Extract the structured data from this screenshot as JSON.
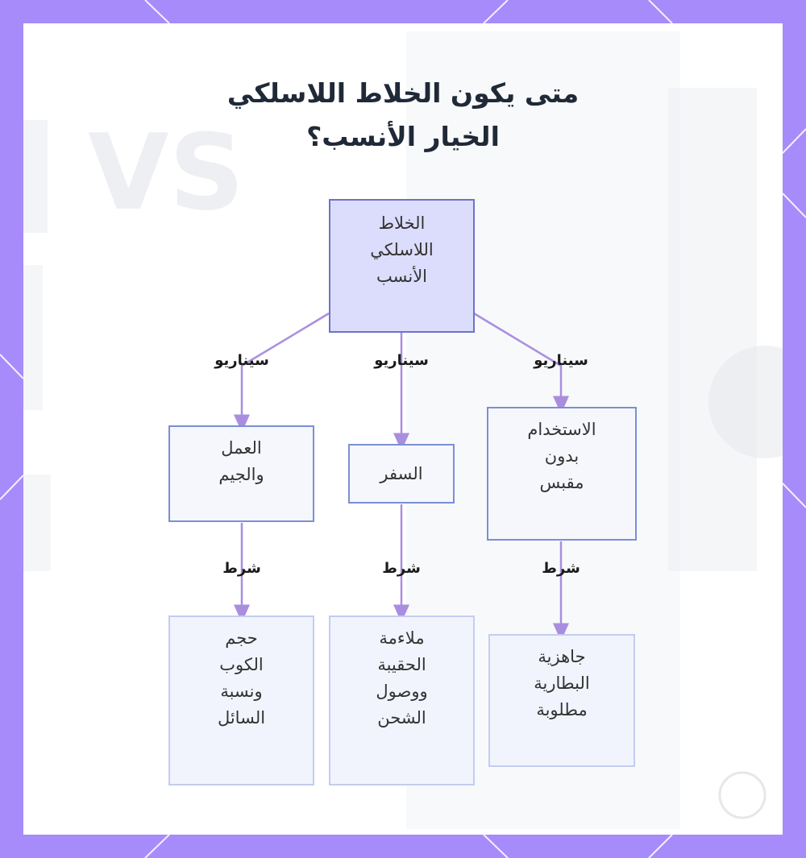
{
  "title": {
    "line1": "متى يكون الخلاط اللاسلكي",
    "line2": "الخيار الأنسب؟"
  },
  "root": {
    "label": "الخلاط\nاللاسلكي\nالأنسب"
  },
  "scenarios": [
    {
      "edge_label": "سيناريو",
      "label": "العمل\nوالجيم",
      "condition_label": "شرط",
      "result": "حجم\nالكوب\nونسبة\nالسائل"
    },
    {
      "edge_label": "سيناريو",
      "label": "السفر",
      "condition_label": "شرط",
      "result": "ملاءمة\nالحقيبة\nووصول\nالشحن"
    },
    {
      "edge_label": "سيناريو",
      "label": "الاستخدام\nبدون\nمقبس",
      "condition_label": "شرط",
      "result": "جاهزية\nالبطارية\nمطلوبة"
    }
  ],
  "colors": {
    "frame": "#a78bfa",
    "card": "#ffffff",
    "edge": "#a98ee0",
    "root_fill": "#dcdcfc",
    "node_border": "#7b8fd6"
  },
  "watermark": {
    "text": "VS"
  }
}
